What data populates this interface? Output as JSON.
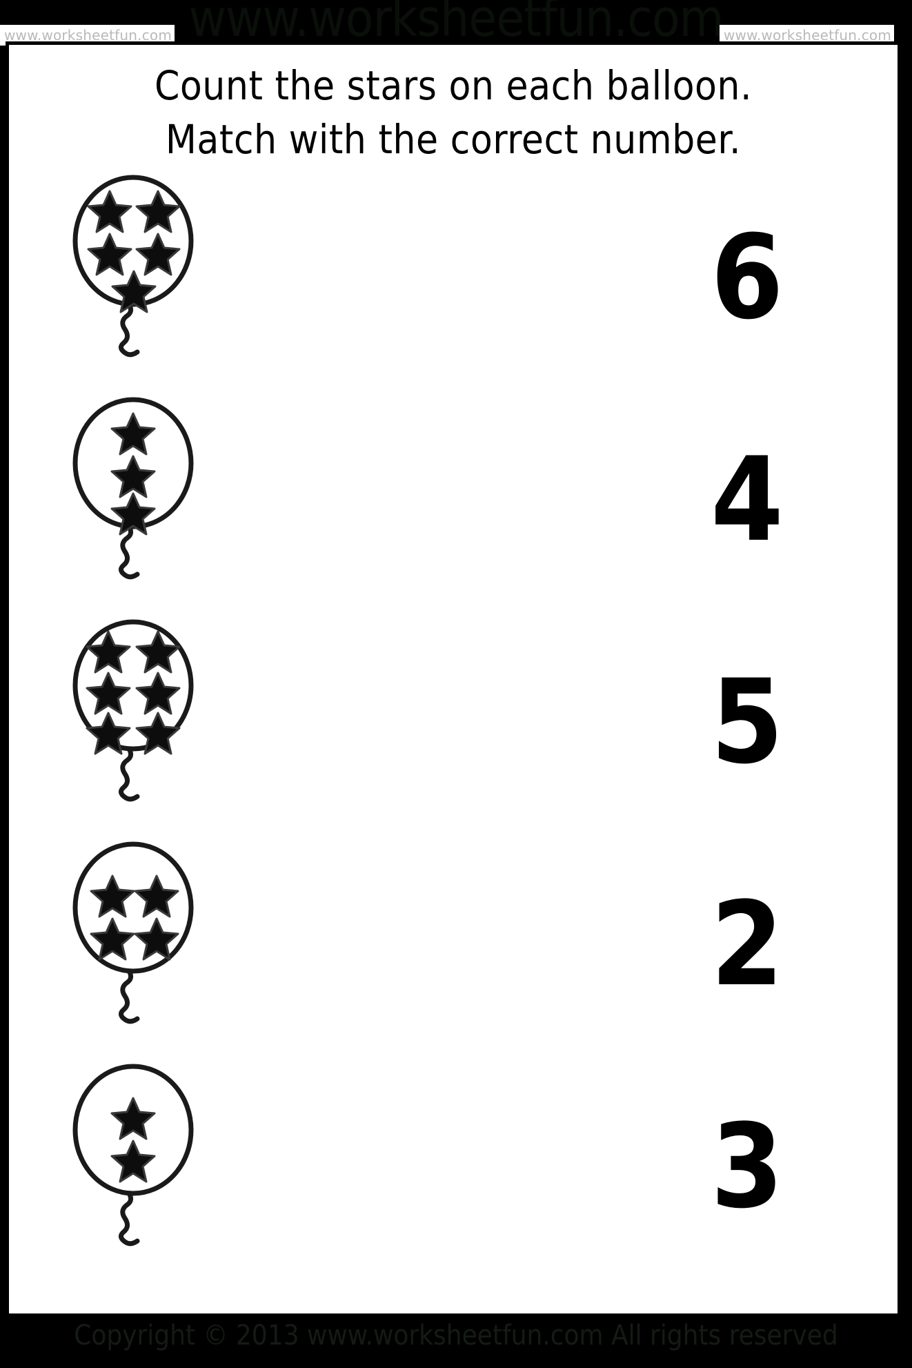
{
  "watermarks": {
    "top_left": "www.worksheetfun.com",
    "top_right": "www.worksheetfun.com",
    "top_center_large": "www.worksheetfun.com"
  },
  "title": {
    "line1": "Count the stars on each balloon.",
    "line2": "Match with the correct number."
  },
  "footer": {
    "copyright": "Copyright © 2013 www.worksheetfun.com All rights reserved"
  },
  "colors": {
    "page_background": "#000000",
    "sheet_background": "#ffffff",
    "ink": "#000000",
    "watermark_gray": "#b9b9b9"
  },
  "exercise": {
    "rows": [
      {
        "star_count": 5,
        "star_layout": [
          2,
          2,
          1
        ],
        "number_label": "6"
      },
      {
        "star_count": 3,
        "star_layout": [
          1,
          1,
          1
        ],
        "number_label": "4"
      },
      {
        "star_count": 6,
        "star_layout": [
          2,
          2,
          2
        ],
        "number_label": "5"
      },
      {
        "star_count": 4,
        "star_layout": [
          2,
          2
        ],
        "number_label": "2"
      },
      {
        "star_count": 2,
        "star_layout": [
          1,
          1
        ],
        "number_label": "3"
      }
    ],
    "numbers_column": [
      "6",
      "4",
      "5",
      "2",
      "3"
    ],
    "star_counts_column": [
      5,
      3,
      6,
      4,
      2
    ]
  }
}
